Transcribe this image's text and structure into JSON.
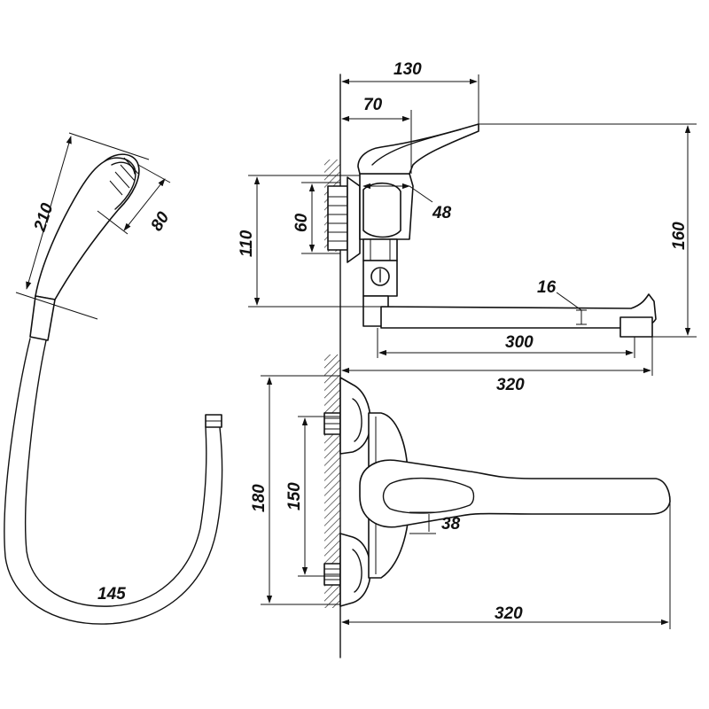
{
  "dimensions": {
    "shower_head_length": "210",
    "shower_head_width": "80",
    "hose_length": "145",
    "total_depth": "130",
    "body_depth": "70",
    "body_diameter": "48",
    "connector_distance": "60",
    "outlet_height": "110",
    "overall_height": "160",
    "spout_thickness": "16",
    "spout_length": "300",
    "spout_reach": "320",
    "plan_height": "180",
    "center_distance": "150",
    "lever_width": "38",
    "plan_reach": "320"
  }
}
